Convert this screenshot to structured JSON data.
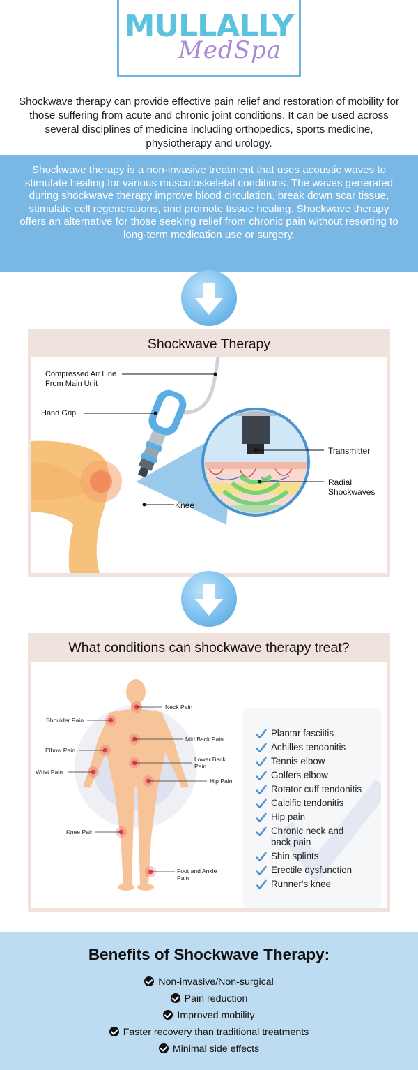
{
  "logo": {
    "brand": "MULLALLY",
    "script": "MedSpa"
  },
  "intro": {
    "text": "Shockwave therapy can provide effective pain relief and restoration of mobility for those suffering from acute and chronic joint conditions. It can be used across several disciplines of medicine including orthopedics, sports medicine, physiotherapy and urology."
  },
  "description": {
    "text": "Shockwave therapy is a non-invasive treatment that uses acoustic waves to stimulate healing for various musculoskeletal conditions. The waves generated during shockwave therapy improve blood circulation, break down scar tissue, stimulate cell regenerations, and promote tissue healing. Shockwave therapy offers an alternative for those seeking relief from chronic pain without resorting to long-term medication use or surgery."
  },
  "diagram": {
    "title": "Shockwave Therapy",
    "labels": {
      "air_line_1": "Compressed Air Line",
      "air_line_2": "From Main Unit",
      "hand_grip": "Hand Grip",
      "knee": "Knee",
      "transmitter": "Transmitter",
      "radial_1": "Radial",
      "radial_2": "Shockwaves"
    }
  },
  "conditions": {
    "title": "What conditions can shockwave therapy treat?",
    "body_labels": {
      "neck": "Neck Pain",
      "shoulder": "Shoulder Pain",
      "mid_back": "Mid Back Pain",
      "elbow": "Elbow Pain",
      "lower_back_1": "Lower Back",
      "lower_back_2": "Pain",
      "wrist": "Wrist Pain",
      "hip": "Hip Pain",
      "knee": "Knee Pain",
      "foot_1": "Foot and Ankle",
      "foot_2": "Pain"
    },
    "items": [
      {
        "line1": "Plantar fasciitis"
      },
      {
        "line1": "Achilles tendonitis"
      },
      {
        "line1": "Tennis elbow"
      },
      {
        "line1": "Golfers elbow"
      },
      {
        "line1": "Rotator cuff tendonitis"
      },
      {
        "line1": "Calcific tendonitis"
      },
      {
        "line1": "Hip pain"
      },
      {
        "line1": "Chronic neck and",
        "line2": "back pain"
      },
      {
        "line1": "Shin splints"
      },
      {
        "line1": "Erectile dysfunction"
      },
      {
        "line1": "Runner's knee"
      }
    ]
  },
  "benefits": {
    "title": "Benefits of Shockwave Therapy:",
    "items": [
      "Non-invasive/Non-surgical",
      "Pain reduction",
      "Improved mobility",
      "Faster recovery than traditional treatments",
      "Minimal side effects"
    ]
  },
  "colors": {
    "band_blue": "#79b8e4",
    "benefits_bg": "#bedcf1",
    "section_frame": "#f0e2dd",
    "logo_teal": "#5cc3df",
    "logo_purple": "#a98ad3",
    "pain_red": "#e8424d"
  }
}
